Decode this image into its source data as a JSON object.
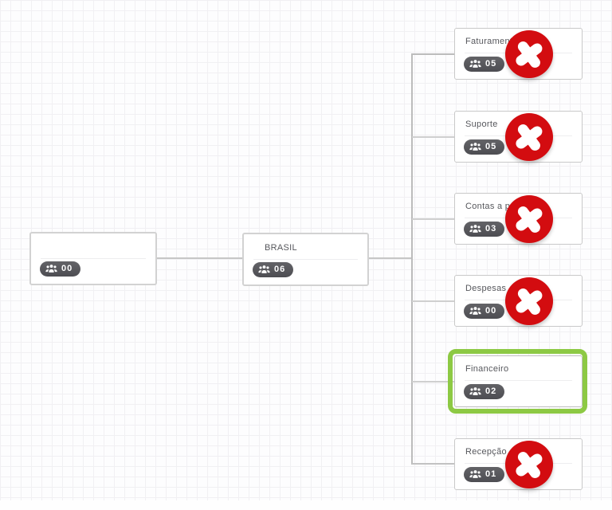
{
  "theme": {
    "colors": {
      "delete": "#d30c10",
      "highlight": "#8dc944",
      "connector": "#c6c6c6",
      "grid-line": "#f1f0f3",
      "badge": "#55565b"
    }
  },
  "diagram": {
    "root": {
      "title": "",
      "count": "00"
    },
    "parent": {
      "title": "BRASIL",
      "count": "06"
    },
    "children": [
      {
        "title": "Faturamento",
        "count": "05",
        "removable": true,
        "highlighted": false
      },
      {
        "title": "Suporte",
        "count": "05",
        "removable": true,
        "highlighted": false
      },
      {
        "title": "Contas a pagar",
        "count": "03",
        "removable": true,
        "highlighted": false
      },
      {
        "title": "Despesas",
        "count": "00",
        "removable": true,
        "highlighted": false
      },
      {
        "title": "Financeiro",
        "count": "02",
        "removable": false,
        "highlighted": true
      },
      {
        "title": "Recepção",
        "count": "01",
        "removable": true,
        "highlighted": false
      }
    ],
    "icons": {
      "badge_icon": "users-icon",
      "delete_icon": "x-icon"
    }
  }
}
